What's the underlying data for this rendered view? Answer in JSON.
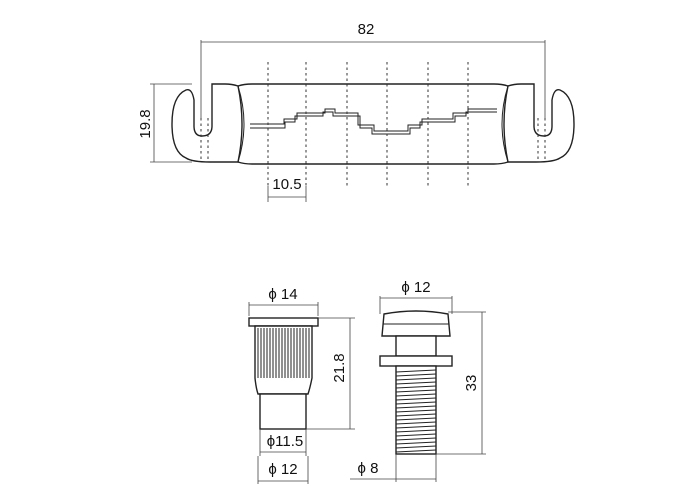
{
  "tailpiece": {
    "length_label": "82",
    "height_label": "19.8",
    "spacing_label": "10.5"
  },
  "stud": {
    "head_dia_label": "ϕ 14",
    "height_label": "21.8",
    "shank_dia_label": "ϕ11.5",
    "base_dia_label": "ϕ 12"
  },
  "screw": {
    "head_dia_label": "ϕ 12",
    "length_label": "33",
    "thread_dia_label": "ϕ 8"
  }
}
